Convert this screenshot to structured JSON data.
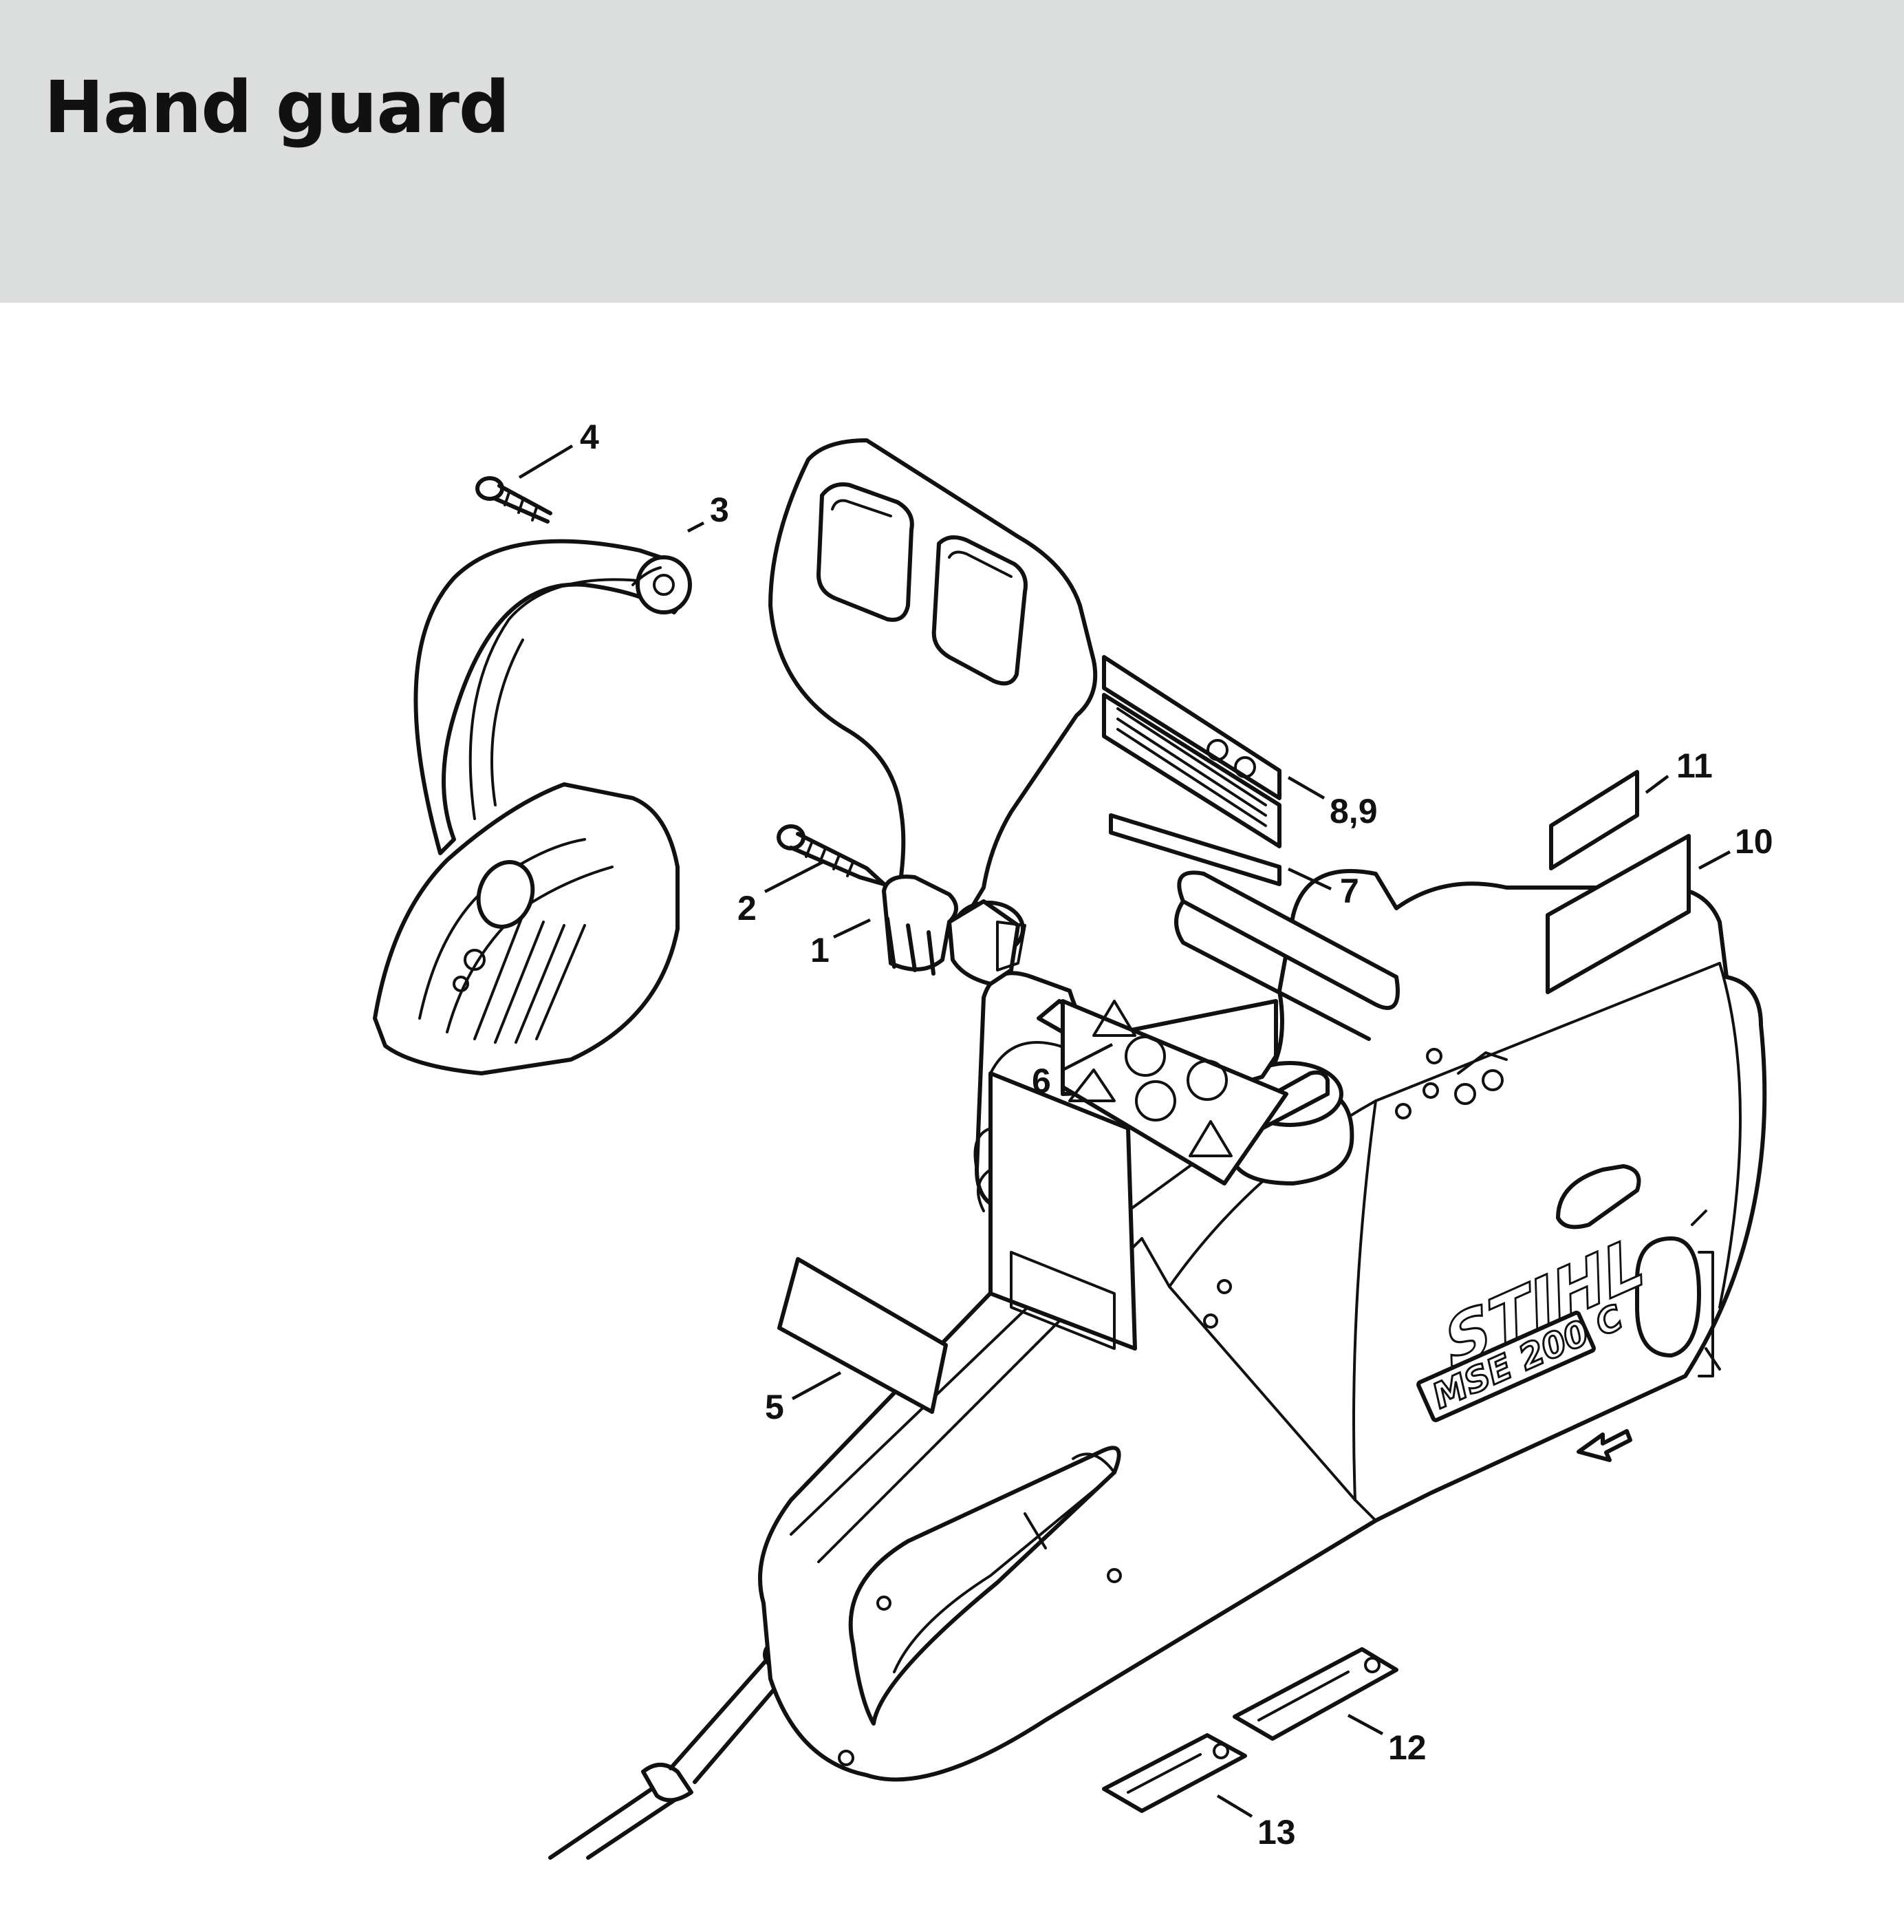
{
  "page": {
    "title": "Hand guard",
    "colors": {
      "header_bg": "#dcdddd",
      "ink": "#111111",
      "paper": "#ffffff"
    }
  },
  "diagram": {
    "brand_logo": "STIHL",
    "model_logo": "MSE 200 C",
    "callouts": [
      "1",
      "2",
      "3",
      "4",
      "5",
      "6",
      "7",
      "8,9",
      "10",
      "11",
      "12",
      "13"
    ]
  }
}
